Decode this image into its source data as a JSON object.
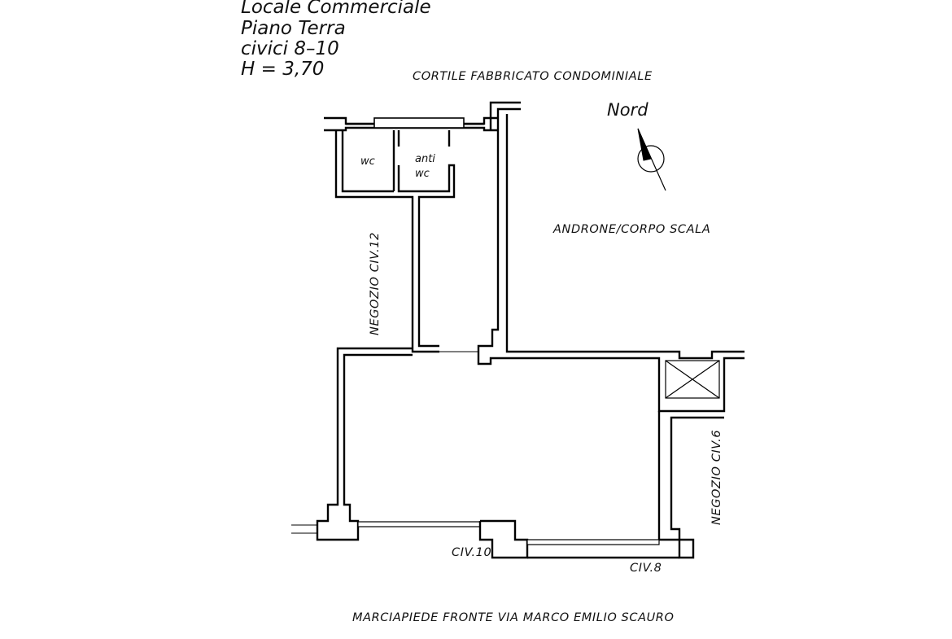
{
  "title_block": {
    "line1": "Locale Commerciale",
    "line2": "Piano Terra",
    "line3": "civici 8–10",
    "line4": "H = 3,70"
  },
  "labels": {
    "top": "CORTILE FABBRICATO CONDOMINIALE",
    "stair": "ANDRONE/CORPO SCALA",
    "left_shop": "NEGOZIO CIV.12",
    "right_shop": "NEGOZIO CIV.6",
    "civ10": "CIV.10",
    "civ8": "CIV.8",
    "bottom": "MARCIAPIEDE FRONTE VIA MARCO EMILIO SCAURO",
    "north": "Nord",
    "wc": "wc",
    "antiwc_1": "anti",
    "antiwc_2": "wc"
  }
}
